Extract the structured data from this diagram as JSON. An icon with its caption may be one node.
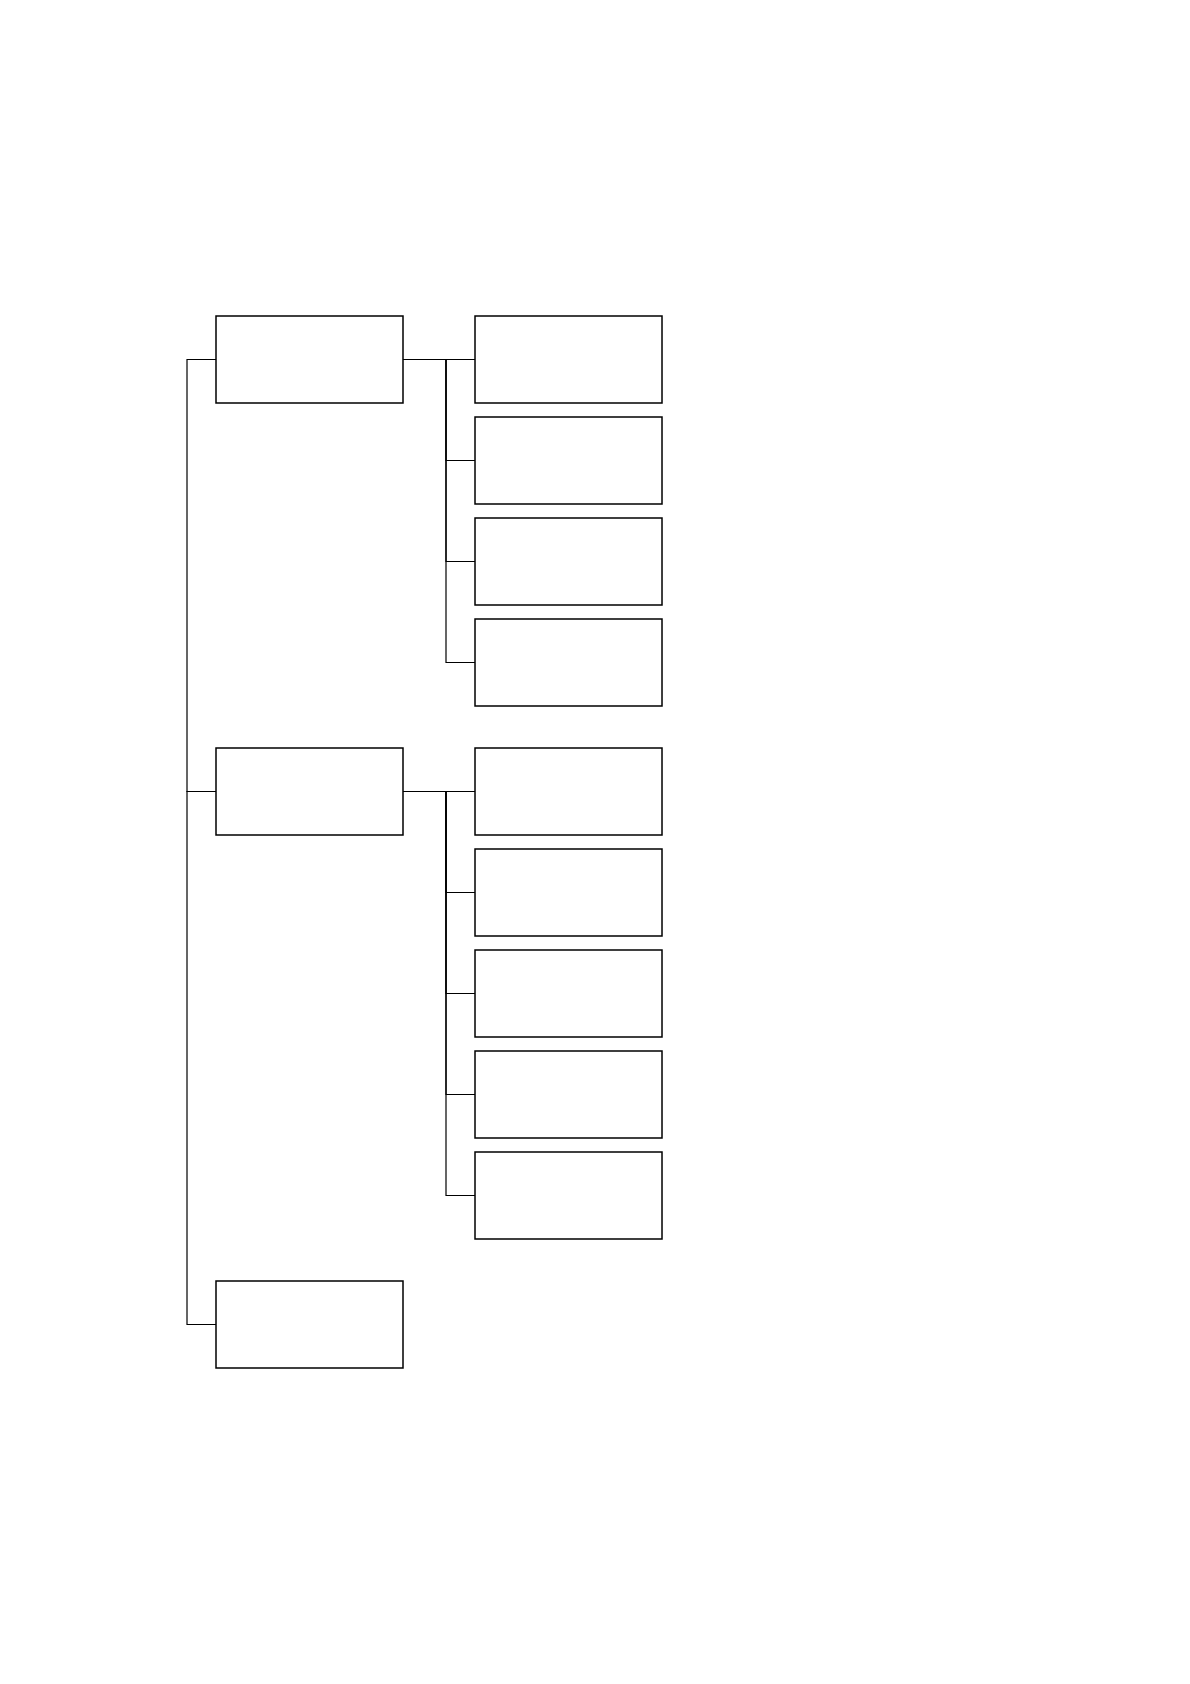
{
  "diagram": {
    "nodes": [
      {
        "text": [],
        "shape": "box"
      },
      {
        "text": [],
        "shape": "box"
      },
      {
        "text": [],
        "shape": "box"
      },
      {
        "text": [],
        "shape": "box"
      },
      {
        "text": [],
        "shape": "box"
      },
      {
        "text": [],
        "shape": "box"
      },
      {
        "text": [],
        "shape": "box"
      },
      {
        "text": [],
        "shape": "box"
      },
      {
        "text": [],
        "shape": "box"
      },
      {
        "text": [],
        "shape": "box"
      },
      {
        "text": [],
        "shape": "box"
      },
      {
        "text": [],
        "shape": "box"
      }
    ],
    "edges": [
      {
        "from": 0,
        "to": 1,
        "arrow": "none"
      },
      {
        "from": 0,
        "to": 2,
        "arrow": "none"
      },
      {
        "from": 0,
        "to": 3,
        "arrow": "none"
      },
      {
        "from": 0,
        "to": 4,
        "arrow": "none"
      },
      {
        "from": 0,
        "to": 5,
        "arrow": "none"
      },
      {
        "from": 5,
        "to": 6,
        "arrow": "none"
      },
      {
        "from": 5,
        "to": 7,
        "arrow": "none"
      },
      {
        "from": 5,
        "to": 8,
        "arrow": "none"
      },
      {
        "from": 5,
        "to": 9,
        "arrow": "none"
      },
      {
        "from": 5,
        "to": 10,
        "arrow": "none"
      },
      {
        "from": 5,
        "to": 11,
        "arrow": "none"
      }
    ]
  }
}
